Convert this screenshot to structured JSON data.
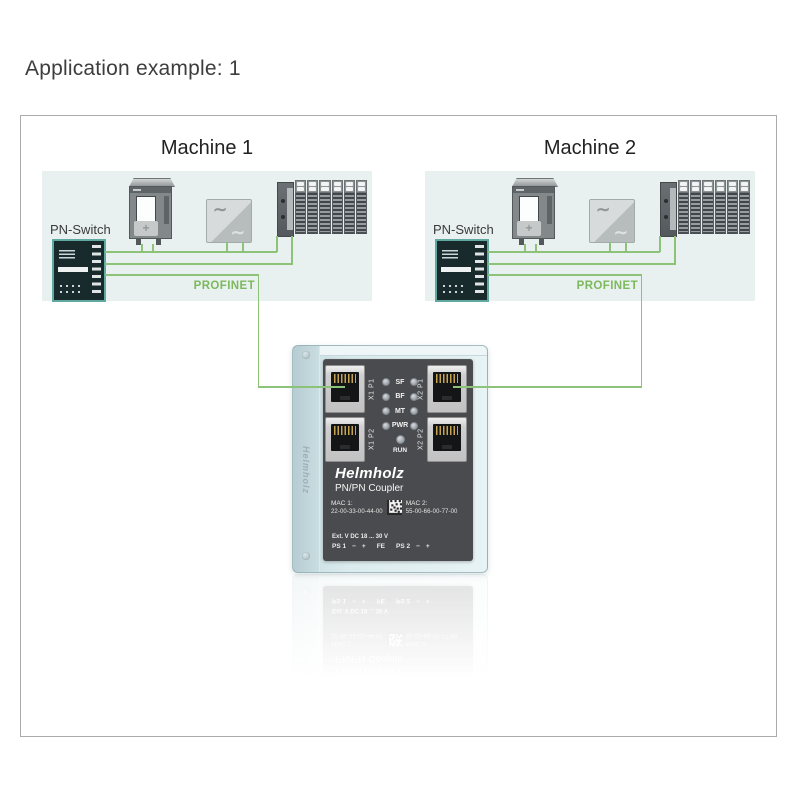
{
  "page": {
    "title": "Application example: 1"
  },
  "machines": [
    {
      "title": "Machine 1",
      "switch_label": "PN-Switch",
      "network_label": "PROFINET"
    },
    {
      "title": "Machine 2",
      "switch_label": "PN-Switch",
      "network_label": "PROFINET"
    }
  ],
  "device_icons": {
    "ac_symbol": "∼",
    "plc_keypad_plus": "+"
  },
  "coupler": {
    "brand": "Helmholz",
    "model": "PN/PN Coupler",
    "side_brand": "Helmholz",
    "ports": [
      "X1 P1",
      "X1 P2",
      "X2 P1",
      "X2 P2"
    ],
    "leds": [
      "SF",
      "BF",
      "MT",
      "PWR"
    ],
    "run_label": "RUN",
    "mac1_label": "MAC 1:",
    "mac1_value": "22-00-33-00-44-00",
    "mac2_label": "MAC 2:",
    "mac2_value": "55-00-66-00-77-00",
    "power_label": "Ext. V DC 18 ... 30 V",
    "terminals": {
      "ps1": "PS 1",
      "fe": "FE",
      "ps2": "PS 2",
      "minus": "−",
      "plus": "+"
    }
  },
  "colors": {
    "wire_green": "#8cc379",
    "profinet_green": "#7cb95c",
    "machine_bg": "#e8f1f0",
    "housing_teal": "#e7f3f4",
    "panel_dark": "#4a4b4e"
  }
}
